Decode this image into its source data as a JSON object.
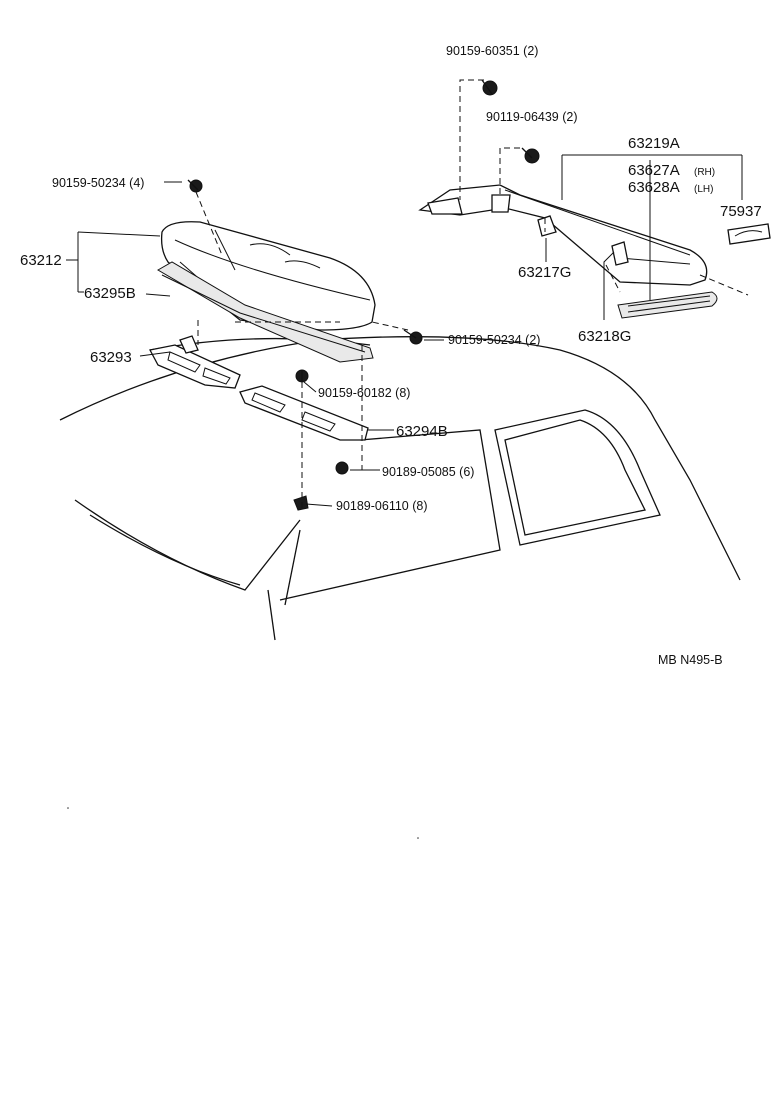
{
  "parts": {
    "p90159_60351": "90159-60351 (2)",
    "p90119_06439": "90119-06439 (2)",
    "p63219A": "63219A",
    "p63627A": "63627A",
    "p63627A_side": "(RH)",
    "p63628A": "63628A",
    "p63628A_side": "(LH)",
    "p75937": "75937",
    "p90159_50234_a": "90159-50234 (4)",
    "p63212": "63212",
    "p63295B": "63295B",
    "p63217G": "63217G",
    "p90159_50234_b": "90159-50234 (2)",
    "p63218G": "63218G",
    "p63293": "63293",
    "p90159_60182": "90159-60182 (8)",
    "p63294B": "63294B",
    "p90189_05085": "90189-05085 (6)",
    "p90189_06110": "90189-06110 (8)"
  },
  "footer": {
    "code": "MB  N495-B"
  }
}
